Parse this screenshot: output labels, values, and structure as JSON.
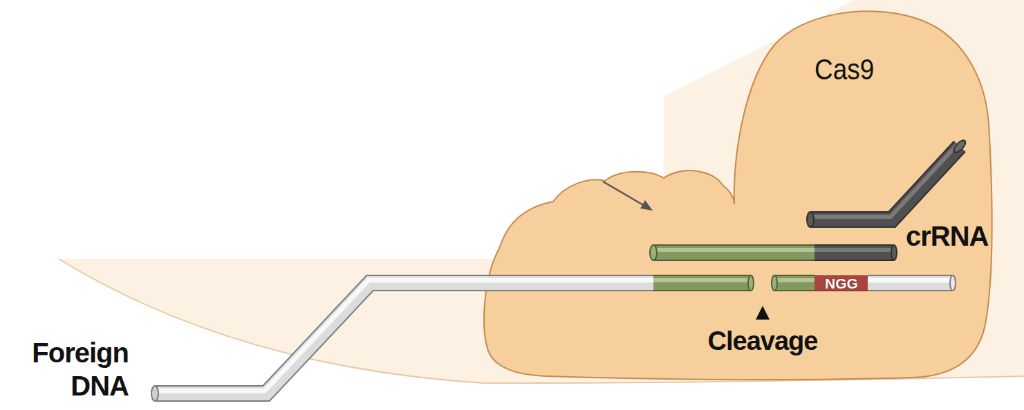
{
  "diagram": {
    "nodes": [
      {
        "text": [
          "Cas9"
        ]
      },
      {
        "text": [
          "NGG"
        ],
        "in": 0
      }
    ],
    "labels": [
      "crRNA",
      "Cleavage",
      "Foreign DNA"
    ]
  }
}
